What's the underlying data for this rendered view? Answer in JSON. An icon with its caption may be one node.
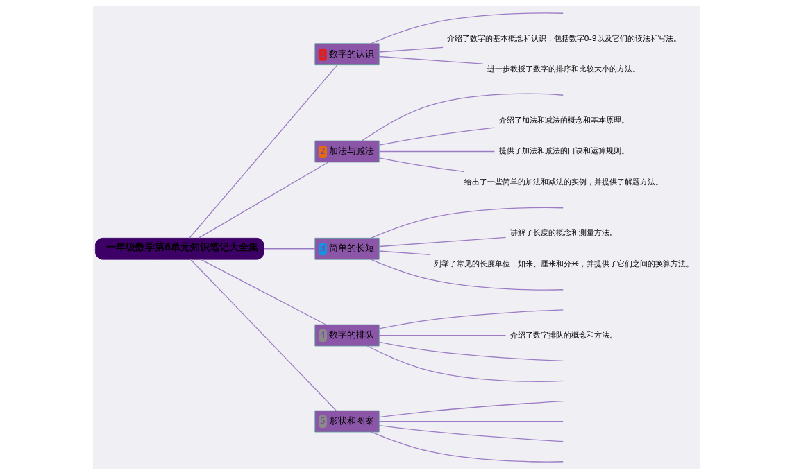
{
  "diagram": {
    "nodes": [
      {
        "text": [
          "一年级数学第6单元知识笔记大全集"
        ]
      },
      {
        "text": [
          "1",
          "数字的认识"
        ]
      },
      {
        "text": [
          "介绍了数字的基本概念和认识，包括数字0-9以及它们的读法和写法。"
        ]
      },
      {
        "text": [
          "进一步教授了数字的排序和比较大小的方法。"
        ]
      },
      {
        "text": [
          "2",
          "加法与减法"
        ]
      },
      {
        "text": [
          "介绍了加法和减法的概念和基本原理。"
        ]
      },
      {
        "text": [
          "提供了加法和减法的口诀和运算规则。"
        ]
      },
      {
        "text": [
          "给出了一些简单的加法和减法的实例，并提供了解题方法。"
        ]
      },
      {
        "text": [
          "3",
          "简单的长短"
        ]
      },
      {
        "text": [
          "讲解了长度的概念和测量方法。"
        ]
      },
      {
        "text": [
          "列举了常见的长度单位，如米、厘米和分米，并提供了它们之间的换算方法。"
        ]
      },
      {
        "text": [
          "4",
          "数字的排队"
        ]
      },
      {
        "text": [
          "介绍了数字排队的概念和方法。"
        ]
      },
      {
        "text": [
          "5",
          "形状和图案"
        ]
      }
    ],
    "edges": [
      {
        "from": 0,
        "to": 1,
        "arrow": "none"
      },
      {
        "from": 0,
        "to": 4,
        "arrow": "none"
      },
      {
        "from": 0,
        "to": 8,
        "arrow": "none"
      },
      {
        "from": 0,
        "to": 11,
        "arrow": "none"
      },
      {
        "from": 0,
        "to": 13,
        "arrow": "none"
      },
      {
        "from": 1,
        "to": null,
        "arrow": "none"
      },
      {
        "from": 1,
        "to": 2,
        "arrow": "none"
      },
      {
        "from": 1,
        "to": 3,
        "arrow": "none"
      },
      {
        "from": 4,
        "to": null,
        "arrow": "none"
      },
      {
        "from": 4,
        "to": 5,
        "arrow": "none"
      },
      {
        "from": 4,
        "to": 6,
        "arrow": "none"
      },
      {
        "from": 4,
        "to": 7,
        "arrow": "none"
      },
      {
        "from": 8,
        "to": null,
        "arrow": "none"
      },
      {
        "from": 8,
        "to": 9,
        "arrow": "none"
      },
      {
        "from": 8,
        "to": 10,
        "arrow": "none"
      },
      {
        "from": 8,
        "to": null,
        "arrow": "none"
      },
      {
        "from": 11,
        "to": null,
        "arrow": "none"
      },
      {
        "from": 11,
        "to": 12,
        "arrow": "none"
      },
      {
        "from": 11,
        "to": null,
        "arrow": "none"
      },
      {
        "from": 11,
        "to": null,
        "arrow": "none"
      },
      {
        "from": 13,
        "to": null,
        "arrow": "none"
      },
      {
        "from": 13,
        "to": null,
        "arrow": "none"
      },
      {
        "from": 13,
        "to": null,
        "arrow": "none"
      },
      {
        "from": 13,
        "to": null,
        "arrow": "none"
      }
    ]
  }
}
